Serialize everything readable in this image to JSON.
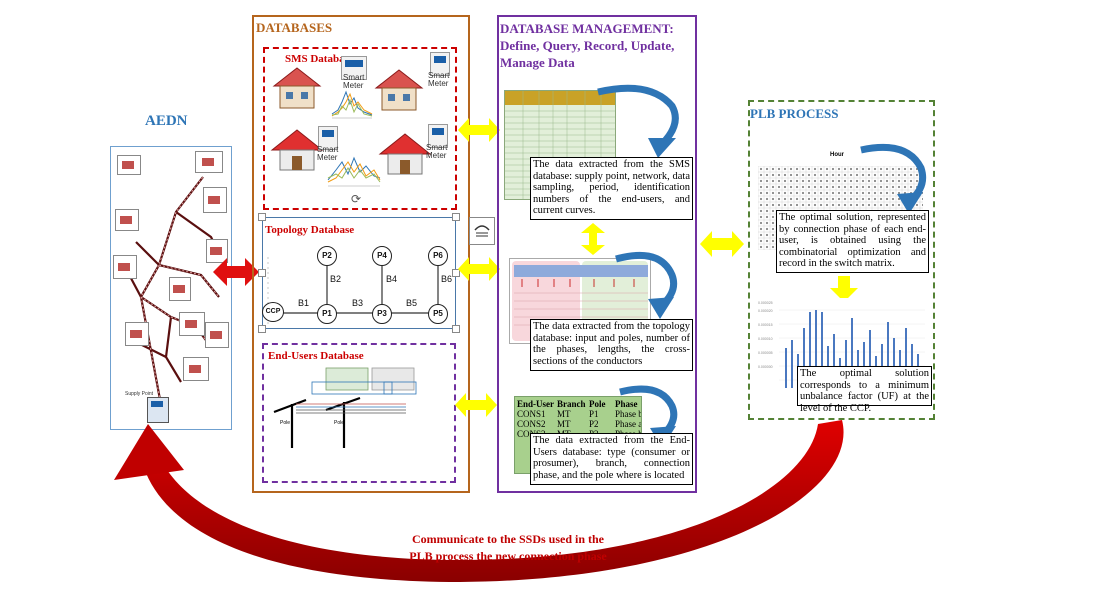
{
  "aedn": {
    "title": "AEDN",
    "supply_label": "Supply Point"
  },
  "databases": {
    "title": "DATABASES",
    "sms": {
      "title": "SMS Database",
      "meter_label_1": "Smart",
      "meter_label_2": "Meter"
    },
    "topology": {
      "title": "Topology Database",
      "nodes": [
        "P2",
        "P4",
        "P6",
        "CCP",
        "P1",
        "P3",
        "P5"
      ],
      "branches": [
        "B2",
        "B4",
        "B6",
        "B1",
        "B3",
        "B5"
      ]
    },
    "endusers": {
      "title": "End-Users Database",
      "pole_label": "Pole"
    }
  },
  "management": {
    "title_line1": "DATABASE MANAGEMENT:",
    "title_line2": "Define, Query, Record, Update,",
    "title_line3": "Manage Data",
    "sms_callout": "The data extracted from the SMS database: supply point, network, data sampling, period, identification numbers of the end-users, and current curves.",
    "topology_callout": "The data extracted from the topology database: input and poles, number of the phases, lengths, the cross-sections of the conductors",
    "enduser_callout": "The data extracted from the End-Users database: type (consumer or prosumer), branch, connection phase, and the pole where is located",
    "enduser_table": {
      "headers": [
        "End-User",
        "Branch",
        "Pole",
        "Phase"
      ],
      "rows": [
        [
          "CONS1",
          "MT",
          "P1",
          "Phase b"
        ],
        [
          "CONS2",
          "MT",
          "P2",
          "Phase a"
        ],
        [
          "CONS3",
          "MT",
          "P3",
          "Phase b"
        ]
      ]
    }
  },
  "plb": {
    "title": "PLB PROCESS",
    "matrix_title": "Hour",
    "callout1": "The optimal solution, represented by connection phase of each end-user, is obtained using the combinatorial optimization and record in the switch matrix.",
    "callout2": "The optimal solution corresponds to a minimum unbalance factor (UF) at the level of the CCP."
  },
  "feedback": {
    "line1": "Communicate to the SSDs used in the",
    "line2": "PLB process the new connection phase"
  },
  "colors": {
    "databases_border": "#b5651d",
    "sms_border": "#cc0000",
    "topology_border": "#4a78a8",
    "enduser_border": "#7030a0",
    "management_border": "#7030a0",
    "plb_border": "#548235",
    "arrow_yellow": "#ffff00",
    "arrow_red": "#e01010",
    "curved_arrow": "#c00000",
    "callout_arrow": "#2e75b6"
  }
}
